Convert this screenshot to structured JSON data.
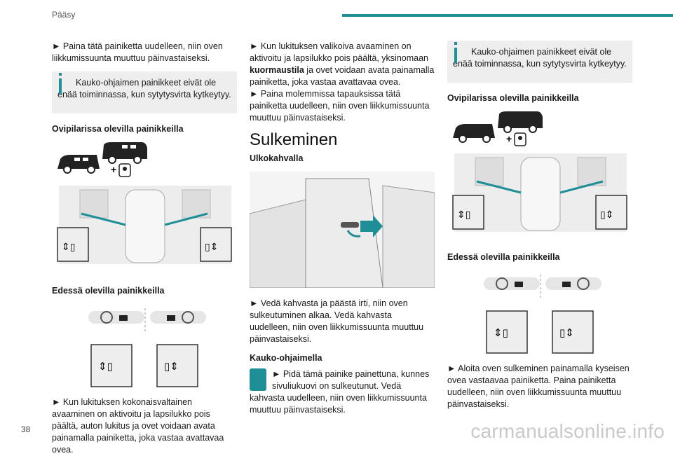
{
  "header": {
    "section": "Pääsy"
  },
  "col1": {
    "p1": "► Paina tätä painiketta uudelleen, niin oven liikkumissuunta muuttuu päinvastaiseksi.",
    "info": "Kauko-ohjaimen painikkeet eivät ole enää toiminnassa, kun sytytysvirta kytkeytyy.",
    "heading_side": "Ovipilarissa olevilla painikkeilla",
    "heading_front": "Edessä olevilla painikkeilla",
    "p2": "► Kun lukituksen kokonaisvaltainen avaaminen on aktivoitu ja lapsilukko pois päältä, auton lukitus ja ovet voidaan avata painamalla painiketta, joka vastaa avattavaa ovea."
  },
  "col2": {
    "p1_a": "► Kun lukituksen valikoiva avaaminen on aktivoitu ja lapsilukko pois päältä, yksinomaan ",
    "p1_bold": "kuormaustila",
    "p1_b": " ja ovet voidaan avata painamalla painiketta, joka vastaa avattavaa ovea.",
    "p1_c": "► Paina molemmissa tapauksissa tätä painiketta uudelleen, niin oven liikkumissuunta muuttuu päinvastaiseksi.",
    "title": "Sulkeminen",
    "heading_handle": "Ulkokahvalla",
    "p2": "► Vedä kahvasta ja päästä irti, niin oven sulkeutuminen alkaa. Vedä kahvasta uudelleen, niin oven liikkumissuunta muuttuu päinvastaiseksi.",
    "heading_remote": "Kauko-ohjaimella",
    "p3": "► Pidä tämä painike painettuna, kunnes sivuliukuovi on sulkeutunut. Vedä kahvasta uudelleen, niin oven liikkumissuunta muuttuu päinvastaiseksi."
  },
  "col3": {
    "info": "Kauko-ohjaimen painikkeet eivät ole enää toiminnassa, kun sytytysvirta kytkeytyy.",
    "heading_side": "Ovipilarissa olevilla painikkeilla",
    "heading_front": "Edessä olevilla painikkeilla",
    "p1": "► Aloita oven sulkeminen painamalla kyseisen ovea vastaavaa painiketta. Paina painiketta uudelleen, niin oven liikkumissuunta muuttuu päinvastaiseksi."
  },
  "footer": {
    "page": "38",
    "watermark": "carmanualsonline.info"
  },
  "colors": {
    "accent": "#1e8f96",
    "info_bg": "#eeeeee"
  }
}
